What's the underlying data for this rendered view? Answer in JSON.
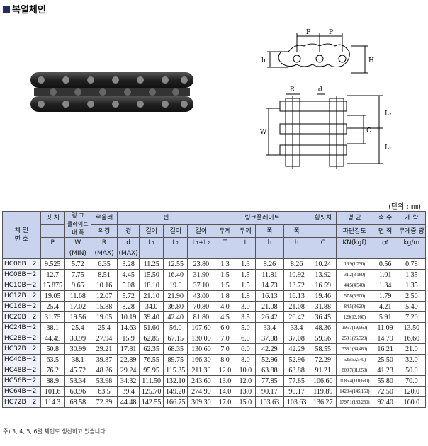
{
  "title": "복열체인",
  "unit": "(단위 : ㎜)",
  "note": "주) 3, 4, 5, 6열 체인도 생산하고 있습니다.",
  "diagram": {
    "labels": {
      "P": "P",
      "h": "h",
      "H": "H",
      "R": "R",
      "d": "d",
      "C": "C",
      "L2": "L₂",
      "L1": "L₁",
      "W": "W"
    }
  },
  "table": {
    "header_groups": {
      "model": "체 인\n번 호",
      "pitch": "핏 치",
      "link_inner": "링 크\n플레이트\n내 폭",
      "roller": "로울러",
      "pin": "핀",
      "link_plate": "링크플레이트",
      "transverse": "횡핏치",
      "strength": "평 균",
      "area": "축 수",
      "weight": "개 략"
    },
    "sub": {
      "roller_od": "외경",
      "pin_d": "경",
      "len1": "길이",
      "len2": "길이",
      "len3": "길이",
      "thk1": "두께",
      "thk2": "두께",
      "w1": "폭",
      "w2": "폭",
      "strength2": "파단강도",
      "area2": "면 적",
      "weight2": "무게중 량"
    },
    "sym": {
      "P": "P",
      "W": "W",
      "R": "R",
      "d": "d",
      "L1": "L₁",
      "L2": "L₂",
      "L12": "L₁+L₂",
      "T": "T",
      "t": "t",
      "h": "h",
      "hh": "h",
      "C": "C",
      "KN": "KN(kgf)",
      "cm2": "㎠",
      "kgm": "kg/m"
    },
    "lim": {
      "W": "(MIN)",
      "R": "(MAX)",
      "d": "(MAX)"
    },
    "rows": [
      [
        "HC06B－2",
        "9.525",
        "5.72",
        "6.35",
        "3.28",
        "11.25",
        "12.55",
        "23.80",
        "1.3",
        "1.3",
        "8.26",
        "8.26",
        "10.24",
        "16.9(1,730)",
        "0.56",
        "0.78"
      ],
      [
        "HC08B－2",
        "12.7",
        "7.75",
        "8.51",
        "4.45",
        "15.50",
        "16.40",
        "31.90",
        "1.5",
        "1.5",
        "11.81",
        "10.92",
        "13.92",
        "31.2(3,180)",
        "1.01",
        "1.35"
      ],
      [
        "HC10B－2",
        "15.875",
        "9.65",
        "10.16",
        "5.08",
        "18.10",
        "19.0",
        "37.10",
        "1.5",
        "1.5",
        "14.73",
        "13.72",
        "16.59",
        "44.5(4,540)",
        "1.34",
        "1.35"
      ],
      [
        "HC12B－2",
        "19.05",
        "11.68",
        "12.07",
        "5.72",
        "21.10",
        "21.90",
        "43.00",
        "1.8",
        "1.8",
        "16.13",
        "16.13",
        "19.46",
        "57.8(5,900)",
        "1.79",
        "2.50"
      ],
      [
        "HC16B－2",
        "25.4",
        "17.02",
        "15.88",
        "8.28",
        "34.0",
        "36.80",
        "70.80",
        "4.0",
        "3.0",
        "21.08",
        "21.08",
        "31.88",
        "84.5(8,620)",
        "4.21",
        "5.40"
      ],
      [
        "HC20B－2",
        "31.75",
        "19.56",
        "19.05",
        "10.19",
        "39.40",
        "42.40",
        "81.80",
        "4.5",
        "3.5",
        "26.42",
        "26.42",
        "36.45",
        "129(13,160)",
        "5.91",
        "7.20"
      ],
      [
        "HC24B－2",
        "38.1",
        "25.4",
        "25.4",
        "14.63",
        "51.60",
        "56.0",
        "107.60",
        "6.0",
        "5.0",
        "33.4",
        "33.4",
        "48.36",
        "195.7(19,960)",
        "11.09",
        "13.50"
      ],
      [
        "HC28B－2",
        "44.45",
        "30.99",
        "27.94",
        "15.9",
        "62.85",
        "67.15",
        "130.00",
        "7.0",
        "6.0",
        "37.08",
        "37.08",
        "59.56",
        "258.1(26,320)",
        "14.79",
        "16.60"
      ],
      [
        "HC32B－2",
        "50.8",
        "30.99",
        "29.21",
        "17.81",
        "62.35",
        "68.35",
        "130.60",
        "7.0",
        "6.0",
        "42.29",
        "42.29",
        "58.55",
        "338.1(34,480)",
        "16.21",
        "21.0"
      ],
      [
        "HC40B－2",
        "63.5",
        "38.1",
        "39.37",
        "22.89",
        "76.55",
        "89.75",
        "166.30",
        "8.0",
        "8.0",
        "52.96",
        "52.96",
        "72.29",
        "525(53,540)",
        "25.50",
        "32.0"
      ],
      [
        "HC48B－2",
        "76.2",
        "45.72",
        "48.26",
        "29.24",
        "95.95",
        "115.35",
        "211.30",
        "12.0",
        "10.0",
        "63.88",
        "63.88",
        "91.21",
        "800.7(81,650)",
        "41.23",
        "50.0"
      ],
      [
        "HC56B－2",
        "88.9",
        "53.34",
        "53.98",
        "34.32",
        "111.50",
        "132.10",
        "243.60",
        "13.0",
        "12.0",
        "77.85",
        "77.85",
        "106.60",
        "1085.4(110,680)",
        "55.80",
        "70.0"
      ],
      [
        "HC64B－2",
        "101.6",
        "60.96",
        "63.5",
        "39.4",
        "125.70",
        "149.20",
        "274.90",
        "14.0",
        "13.0",
        "90.17",
        "90.17",
        "119.89",
        "1423.4(145,150)",
        "72.50",
        "120.0"
      ],
      [
        "HC72B－2",
        "114.3",
        "68.58",
        "72.39",
        "44.48",
        "142.55",
        "166.75",
        "309.30",
        "17.0",
        "15.0",
        "103.63",
        "103.63",
        "136.27",
        "1797.1(183,250)",
        "92.40",
        "160.0"
      ]
    ]
  }
}
